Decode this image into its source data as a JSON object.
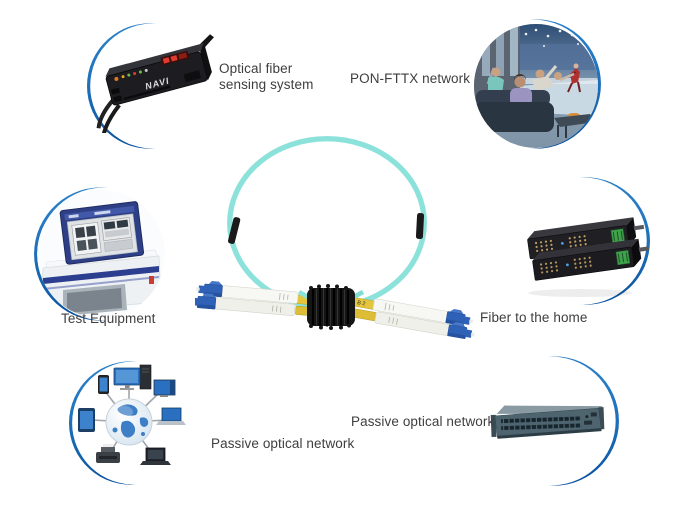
{
  "diagram": {
    "background_color": "#ffffff",
    "arc_blue_top": "#2f87cf",
    "arc_blue_bottom": "#0b54a0",
    "cable_aqua": "#8ae2da",
    "lc_connector_blue": "#2f62b6",
    "label_color": "#3e3e3e",
    "nodes": {
      "optical_sensing": {
        "label_line1": "Optical fiber",
        "label_line2": "sensing system",
        "image": "fiber-sensor-amplifier",
        "device_text": "NAVI"
      },
      "pon_fttx": {
        "label": "PON-FTTX network",
        "image": "family-watching-stadium-screen-photo"
      },
      "test_equipment": {
        "label": "Test Equipment",
        "image": "benchtop-test-machine-photo"
      },
      "fiber_to_home": {
        "label": "Fiber to the home",
        "image": "stacked-media-converters"
      },
      "passive_optical_left": {
        "label": "Passive optical network",
        "image": "globe-connected-devices-diagram"
      },
      "passive_optical_right": {
        "label": "Passive optical network",
        "image": "rackmount-switch"
      }
    },
    "center_product": {
      "image": "aqua-duplex-lc-fiber-patch-cord",
      "cable_marking": "B 2"
    }
  }
}
